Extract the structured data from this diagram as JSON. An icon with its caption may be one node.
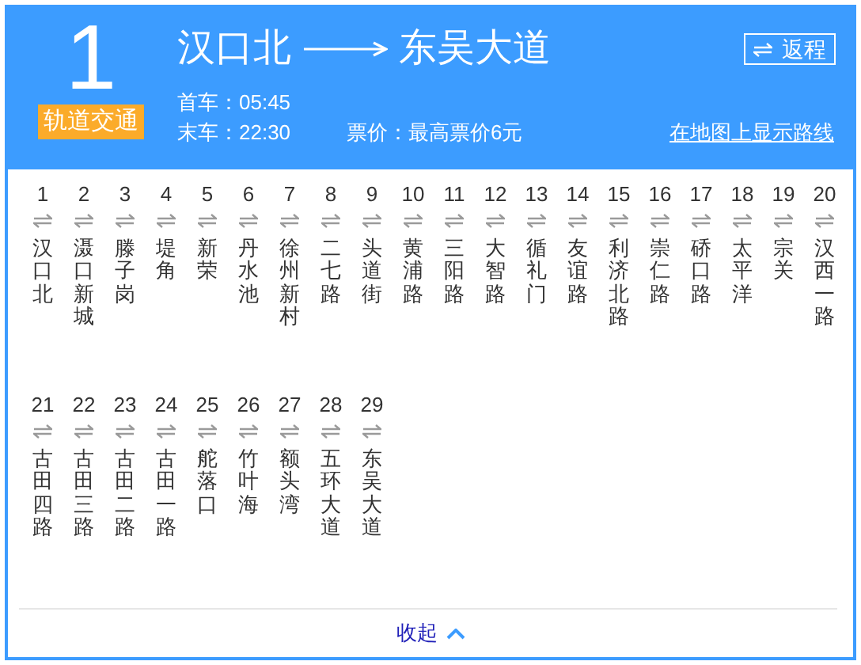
{
  "diagram": {
    "nodes": [
      {
        "text": [
          "汉口北"
        ]
      },
      {
        "text": [
          "东吴大道"
        ]
      },
      {
        "text": [
          "返程"
        ]
      },
      {
        "text": [
          "轨道交通"
        ]
      }
    ],
    "edges": [
      {
        "from": 0,
        "to": 1,
        "arrow": "to"
      }
    ],
    "labels": [
      "1",
      "首车：05:45",
      "末车：22:30",
      "票价：最高票价6元",
      "在地图上显示路线",
      "1",
      "汉口北",
      "2",
      "滠口新城",
      "3",
      "滕子岗",
      "4",
      "堤角",
      "5",
      "新荣",
      "6",
      "丹水池",
      "7",
      "徐州新村",
      "8",
      "二七路",
      "9",
      "头道街",
      "10",
      "黄浦路",
      "11",
      "三阳路",
      "12",
      "大智路",
      "13",
      "循礼门",
      "14",
      "友谊路",
      "15",
      "利济北路",
      "16",
      "崇仁路",
      "17",
      "硚口路",
      "18",
      "太平洋",
      "19",
      "宗关",
      "20",
      "汉西一路",
      "21",
      "古田四路",
      "22",
      "古田三路",
      "23",
      "古田二路",
      "24",
      "古田一路",
      "25",
      "舵落口",
      "26",
      "竹叶海",
      "27",
      "额头湾",
      "28",
      "五环大道",
      "29",
      "东吴大道",
      "收起"
    ]
  }
}
